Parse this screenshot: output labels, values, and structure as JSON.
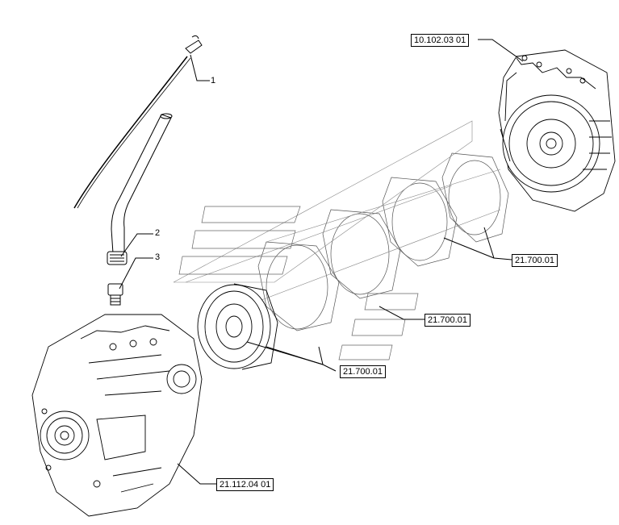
{
  "diagram": {
    "callouts": [
      {
        "label": "1"
      },
      {
        "label": "2"
      },
      {
        "label": "3"
      }
    ],
    "references": [
      {
        "label": "10.102.03 01"
      },
      {
        "label": "21.700.01"
      },
      {
        "label": "21.700.01"
      },
      {
        "label": "21.700.01"
      },
      {
        "label": "21.112.04 01"
      }
    ]
  }
}
